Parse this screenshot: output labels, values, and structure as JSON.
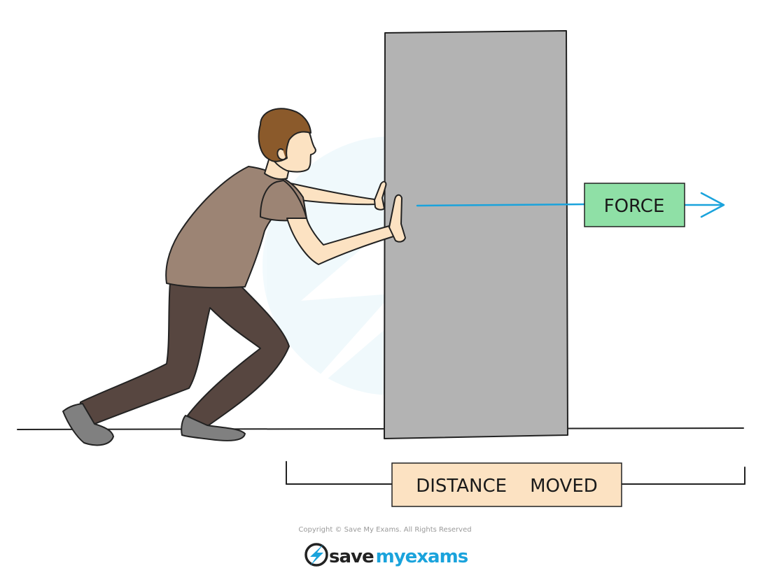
{
  "labels": {
    "force": "FORCE",
    "distance": "DISTANCE    MOVED"
  },
  "footer": {
    "copyright": "Copyright © Save My Exams. All Rights Reserved",
    "brand_save": "save",
    "brand_my": "my",
    "brand_exams": "exams"
  },
  "icons": {
    "person": "person-pushing-icon",
    "box": "box-icon",
    "force_arrow": "arrow-right-icon",
    "logo": "lightning-bolt-logo-icon"
  },
  "colors": {
    "box_fill": "#b3b3b3",
    "force_label_fill": "#8fe0a6",
    "distance_label_fill": "#fce2c2",
    "arrow": "#1aa3dc",
    "brand_dark": "#222222",
    "brand_blue": "#1aa3dc",
    "shirt": "#9c8474",
    "trousers": "#574640",
    "skin": "#fce2c2",
    "hair": "#8b5a2b",
    "shoes": "#808080"
  }
}
